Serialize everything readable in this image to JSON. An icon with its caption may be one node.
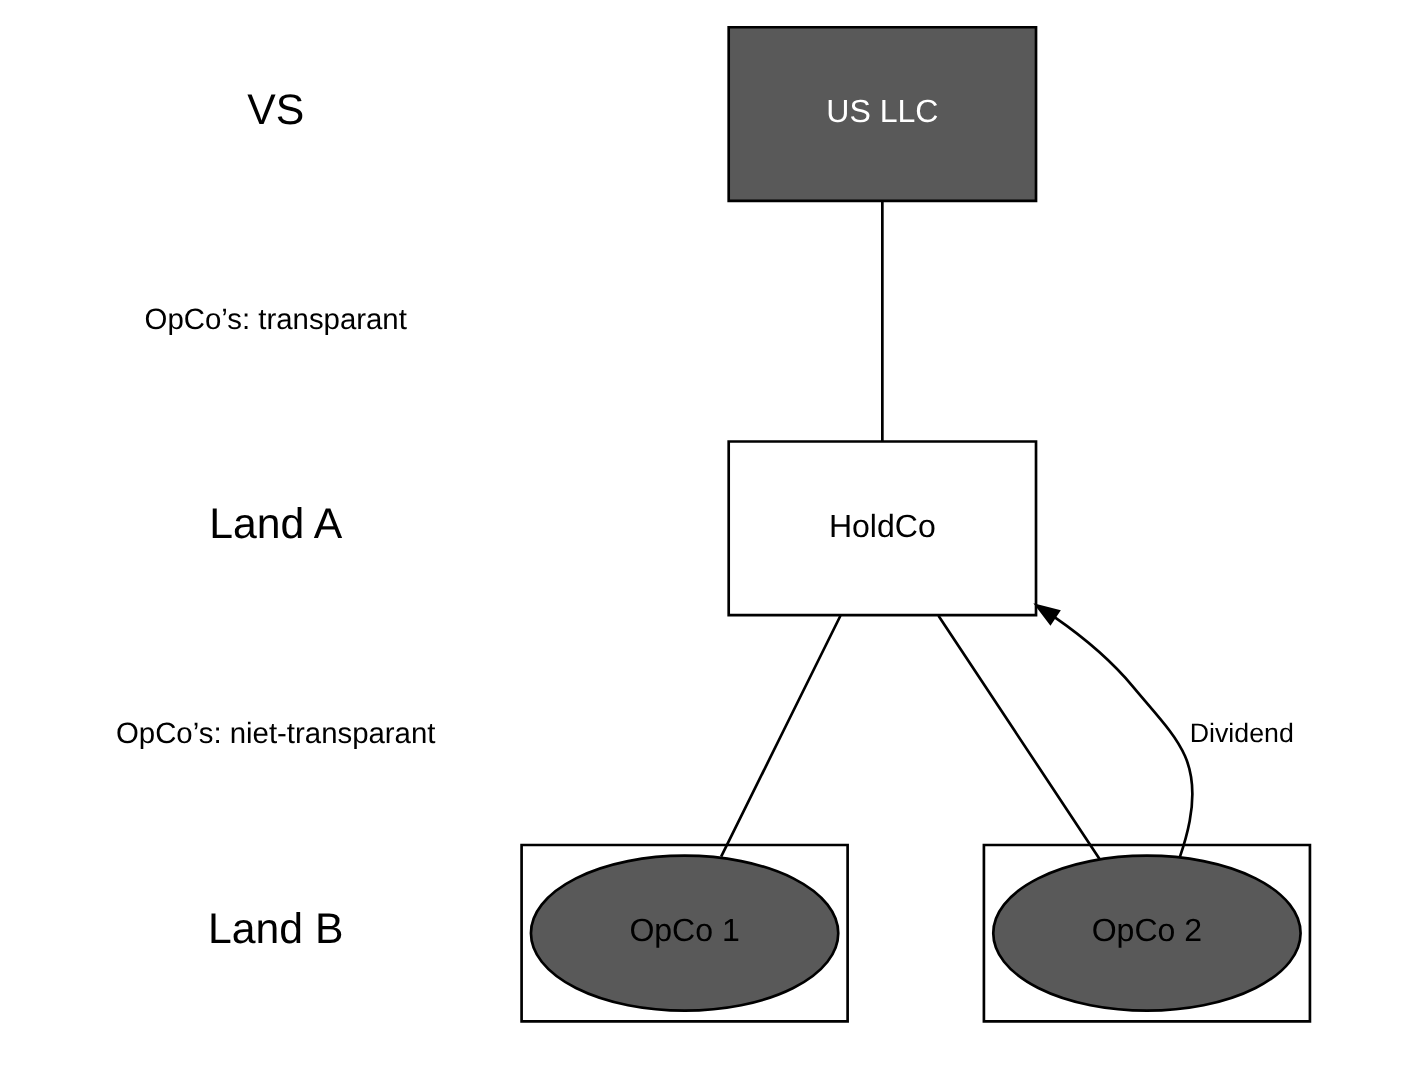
{
  "diagram": {
    "nodes": [
      {
        "text": [
          "US LLC"
        ]
      },
      {
        "text": [
          "HoldCo"
        ]
      },
      {
        "text": [],
        "shape": "box"
      },
      {
        "text": [
          "OpCo 1"
        ],
        "in": 2
      },
      {
        "text": [],
        "shape": "box"
      },
      {
        "text": [
          "OpCo 2"
        ],
        "in": 4
      }
    ],
    "edges": [
      {
        "from": 0,
        "to": 1,
        "arrow": "none"
      },
      {
        "from": 1,
        "to": 3,
        "arrow": "none"
      },
      {
        "from": 1,
        "to": 5,
        "arrow": "none"
      },
      {
        "from": 5,
        "to": 1,
        "arrow": "to",
        "label": "Dividend"
      }
    ],
    "labels": [
      "VS",
      "OpCo’s: transparant",
      "Land A",
      "OpCo’s: niet-transparant",
      "Land B"
    ]
  }
}
